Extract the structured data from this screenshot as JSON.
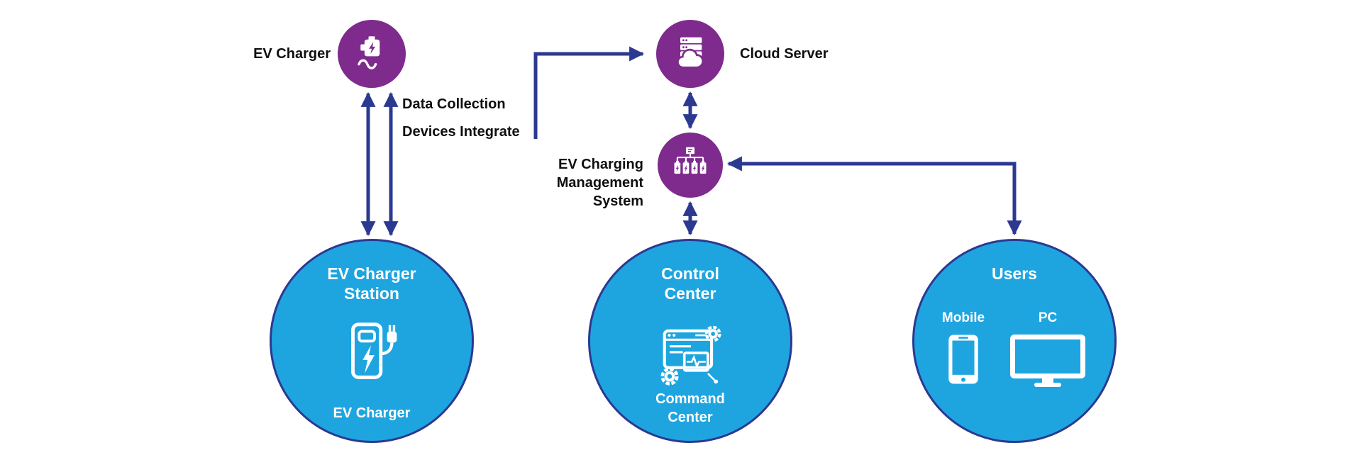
{
  "colors": {
    "purple": "#7e2b8d",
    "blue": "#1ea5e0",
    "navy": "#2b3990",
    "label_text": "#0f0f0f",
    "circle_text": "#ffffff"
  },
  "nodes": {
    "ev_charger": {
      "label": "EV Charger"
    },
    "cloud_server": {
      "label": "Cloud Server"
    },
    "cms": {
      "label": "EV Charging\nManagement\nSystem"
    },
    "station": {
      "title": "EV Charger\nStation",
      "subtitle": "EV Charger"
    },
    "control_center": {
      "title": "Control\nCenter",
      "subtitle": "Command\nCenter"
    },
    "users": {
      "title": "Users",
      "mobile": "Mobile",
      "pc": "PC"
    }
  },
  "connections": {
    "data_collection": "Data Collection",
    "devices_integrate": "Devices Integrate"
  }
}
